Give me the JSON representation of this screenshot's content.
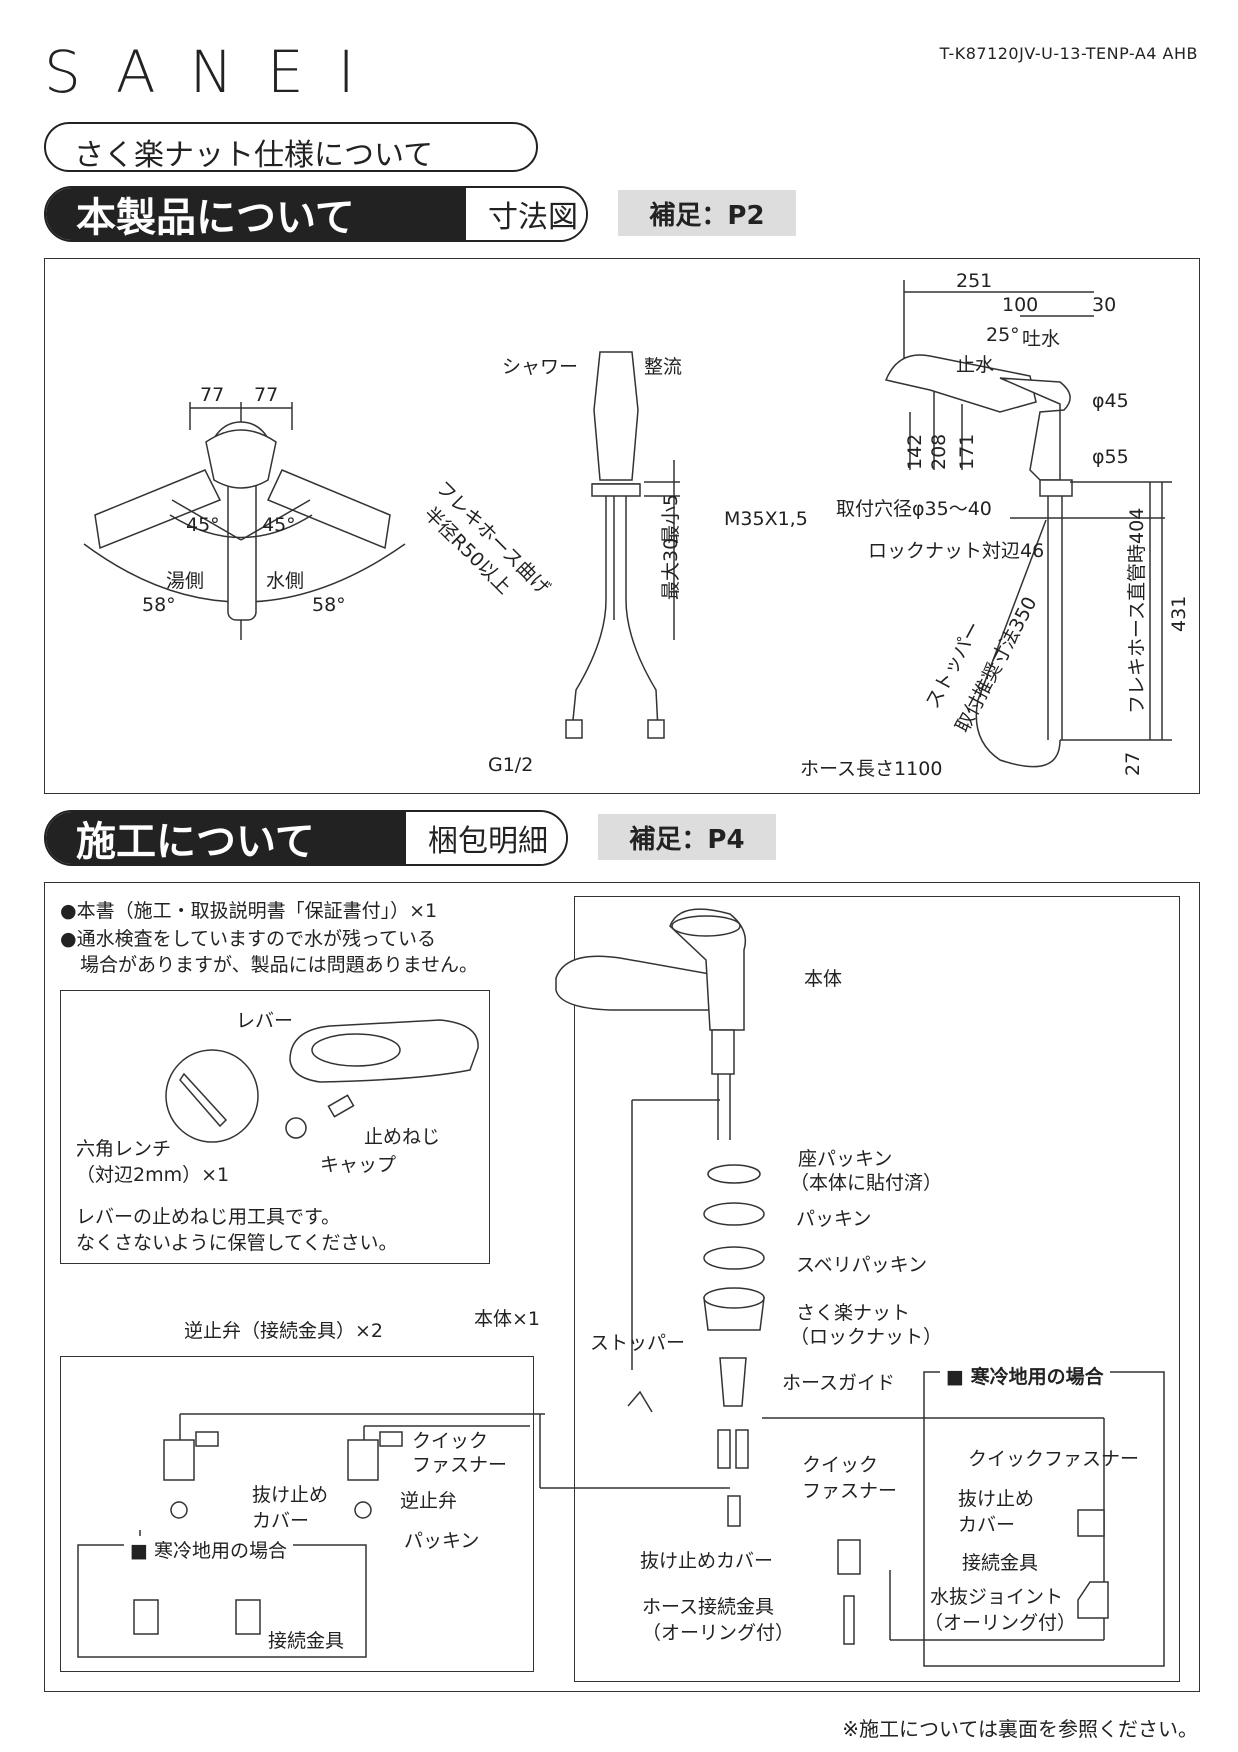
{
  "header": {
    "brand": "SANEI",
    "doc_id": "T-K87120JV-U-13-TENP-A4  AHB",
    "spec_title": "さく楽ナット仕様について"
  },
  "section1": {
    "title": "本製品について",
    "subtitle": "寸法図",
    "tag": "補足：P2"
  },
  "dims_top": {
    "d77a": "77",
    "d77b": "77",
    "a45a": "45°",
    "a45b": "45°",
    "hot": "湯側",
    "cold": "水側",
    "a58a": "58°",
    "a58b": "58°"
  },
  "dims_front": {
    "shower": "シャワー",
    "stream": "整流",
    "bend": "フレキホース曲げ",
    "bend_radius": "半径R50以上",
    "max30": "最大30",
    "min5": "最小5",
    "g12": "G1/2"
  },
  "dims_side": {
    "d251": "251",
    "d100": "100",
    "d30": "30",
    "angle25": "25°",
    "spout": "吐水",
    "stop": "止水",
    "phi45": "φ45",
    "phi55": "φ55",
    "d142": "142",
    "d208": "208",
    "d171": "171",
    "m35": "M35X1,5",
    "hole": "取付穴径φ35～40",
    "locknut": "ロックナット対辺46",
    "stopper": "ストッパー",
    "stopper_dim": "取付推奨寸法350",
    "flex404": "フレキホース直管時404",
    "d431": "431",
    "d27": "27",
    "hose_len": "ホース長さ1100"
  },
  "section2": {
    "title": "施工について",
    "subtitle": "梱包明細",
    "tag": "補足：P4"
  },
  "pack": {
    "item1": "●本書（施工・取扱説明書「保証書付」）×1",
    "item2a": "●通水検査をしていますので水が残っている",
    "item2b": "場合がありますが、製品には問題ありません。",
    "lever": "レバー",
    "wrench": "六角レンチ",
    "wrench_size": "（対辺2mm）×1",
    "setscrew": "止めねじ",
    "cap": "キャップ",
    "tool_note1": "レバーの止めねじ用工具です。",
    "tool_note2": "なくさないように保管してください。",
    "check_valve": "逆止弁（接続金具）×2",
    "quick": "クイック",
    "fastener": "ファスナー",
    "cover1": "抜け止め",
    "cover2": "カバー",
    "valve": "逆止弁",
    "packing": "パッキン",
    "cold_region": "■ 寒冷地用の場合",
    "fitting": "接続金具",
    "body_x1": "本体×1",
    "body": "本体",
    "seat_packing": "座パッキン",
    "seat_packing_note": "（本体に貼付済）",
    "packing2": "パッキン",
    "slide_packing": "スベリパッキン",
    "nut": "さく楽ナット",
    "nut_note": "（ロックナット）",
    "stopper": "ストッパー",
    "hose_guide": "ホースガイド",
    "quick2": "クイック",
    "fastener2": "ファスナー",
    "cover_full": "抜け止めカバー",
    "hose_fitting": "ホース接続金具",
    "oring": "（オーリング付）",
    "cold_region2": "■ 寒冷地用の場合",
    "quick_fastener": "クイックファスナー",
    "cover3a": "抜け止め",
    "cover3b": "カバー",
    "fitting2": "接続金具",
    "drain_joint": "水抜ジョイント",
    "oring2": "（オーリング付）"
  },
  "footer": {
    "note": "※施工については裏面を参照ください。"
  }
}
